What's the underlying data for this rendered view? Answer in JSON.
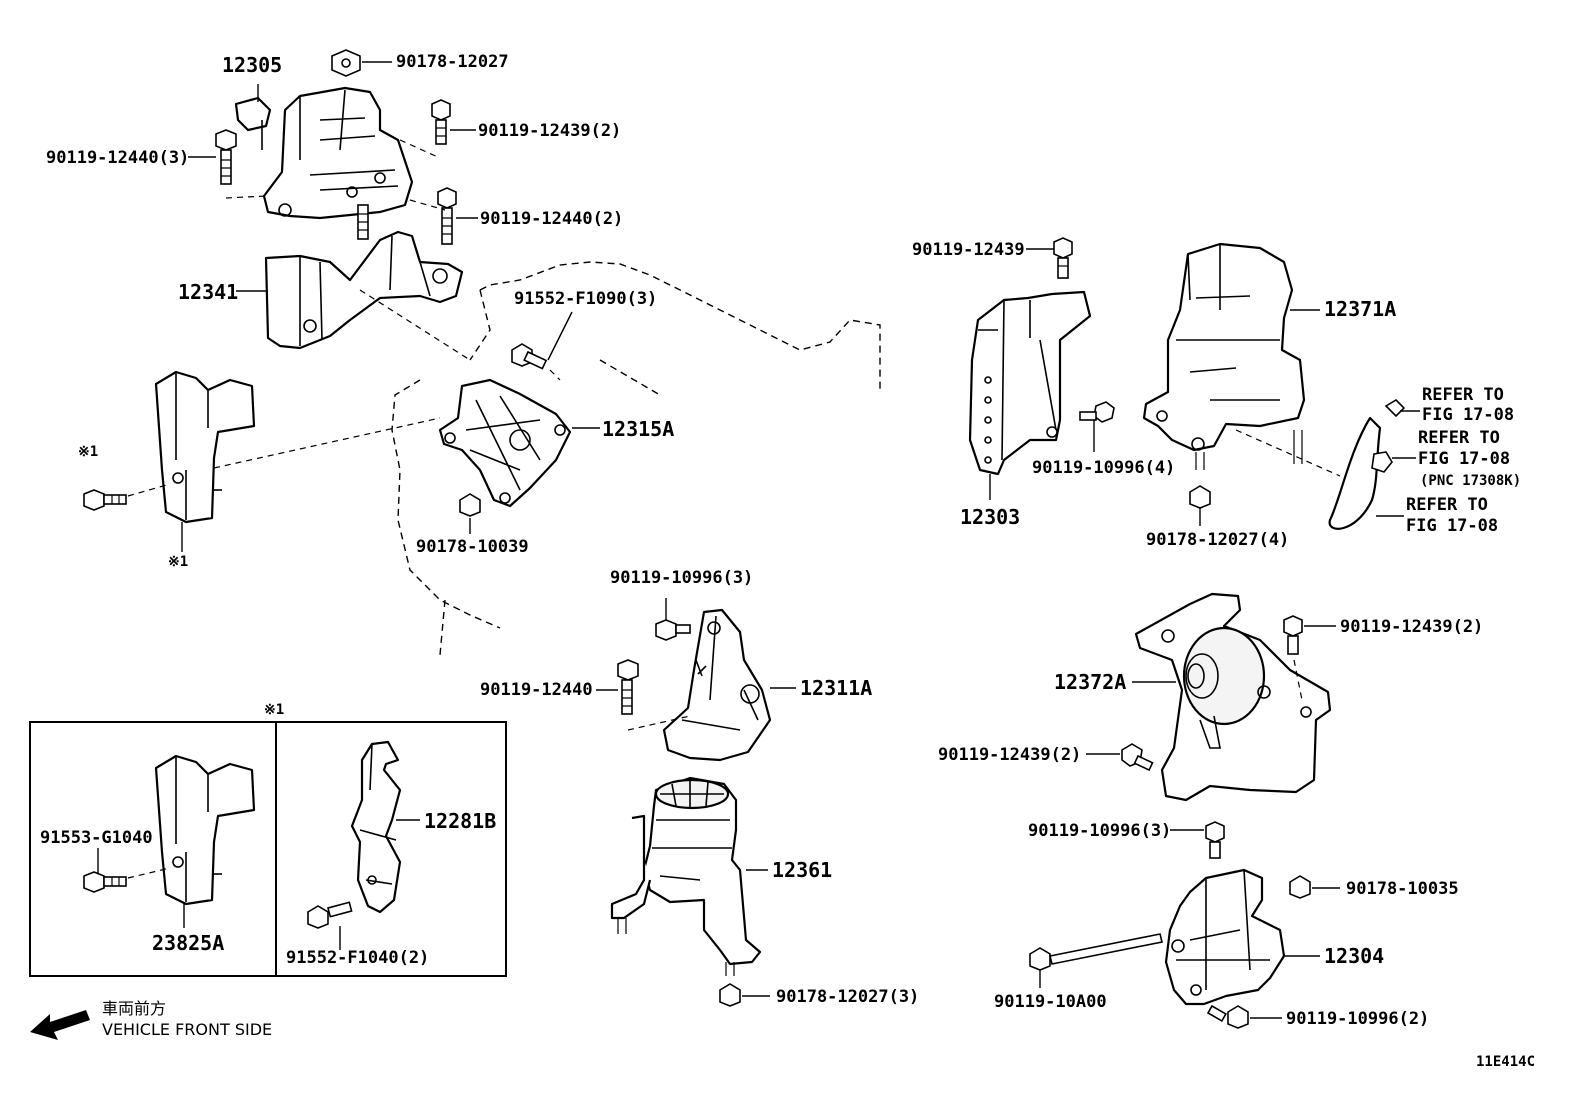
{
  "labels": {
    "p12305": "12305",
    "p90178_12027_top": "90178-12027",
    "p90119_12439_2_top": "90119-12439(2)",
    "p90119_12440_3": "90119-12440(3)",
    "p90119_12440_2": "90119-12440(2)",
    "p12341": "12341",
    "p91552_F1090_3": "91552-F1090(3)",
    "p12315A": "12315A",
    "ref1_left": "※1",
    "ref1_below": "※1",
    "p90178_10039": "90178-10039",
    "p90119_12439_r": "90119-12439",
    "p12371A": "12371A",
    "refer_to_1": "REFER TO",
    "fig_1": "FIG 17-08",
    "refer_to_2": "REFER TO",
    "fig_2": "FIG 17-08",
    "pnc": "(PNC 17308K)",
    "refer_to_3": "REFER TO",
    "fig_3": "FIG 17-08",
    "p90119_10996_4": "90119-10996(4)",
    "p12303": "12303",
    "p90178_12027_4": "90178-12027(4)",
    "p90119_10996_3_mid": "90119-10996(3)",
    "p90119_12440_mid": "90119-12440",
    "p12311A": "12311A",
    "p12361": "12361",
    "p90178_12027_3": "90178-12027(3)",
    "p90119_12439_2_r": "90119-12439(2)",
    "p12372A": "12372A",
    "p90119_12439_2_l": "90119-12439(2)",
    "p90119_10996_3_r": "90119-10996(3)",
    "p90178_10035": "90178-10035",
    "p12304": "12304",
    "p90119_10A00": "90119-10A00",
    "p90119_10996_2": "90119-10996(2)",
    "box_ref": "※1",
    "p91553_G1040": "91553-G1040",
    "p23825A": "23825A",
    "p12281B": "12281B",
    "p91552_F1040_2": "91552-F1040(2)"
  },
  "footer": {
    "direction_jp": "車両前方",
    "direction_en": "VEHICLE FRONT SIDE",
    "figure_code": "11E414C"
  }
}
